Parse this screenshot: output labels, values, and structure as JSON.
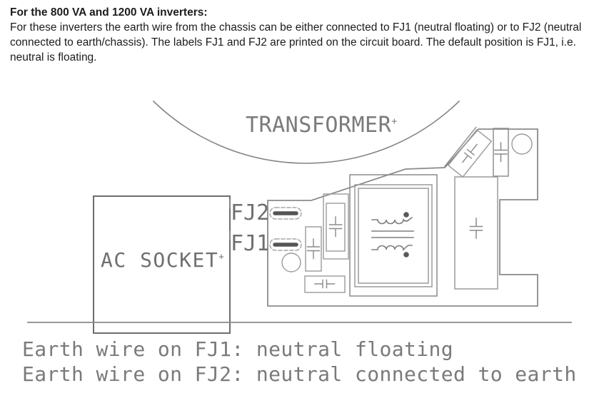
{
  "intro": {
    "heading": "For the 800 VA and 1200 VA inverters:",
    "body": "For these inverters the earth wire from the chassis can be either connected to FJ1 (neutral floating) or to FJ2 (neutral connected to earth/chassis). The labels FJ1 and FJ2 are printed on the circuit board. The default position is FJ1, i.e. neutral is floating."
  },
  "diagram": {
    "transformer_label": "TRANSFORMER",
    "transformer_sup": "+",
    "ac_socket_label": "AC SOCKET",
    "ac_socket_sup": "+",
    "fj2_label": "FJ2",
    "fj1_label": "FJ1"
  },
  "captions": {
    "line1": "Earth wire on FJ1: neutral floating",
    "line2": "Earth wire on FJ2: neutral connected to earth"
  },
  "colors": {
    "ink": "#1c1c1c",
    "line_light": "#9a9a9a",
    "line_medium": "#8b8b8b",
    "line_dark": "#6e6e6e",
    "cad_text": "#767676",
    "jumper_bar": "#555555"
  }
}
